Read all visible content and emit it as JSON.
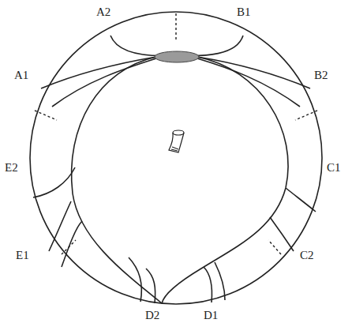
{
  "diagram": {
    "labels": [
      "A2",
      "B1",
      "A1",
      "B2",
      "E2",
      "C1",
      "E1",
      "C2",
      "D2",
      "D1"
    ]
  }
}
